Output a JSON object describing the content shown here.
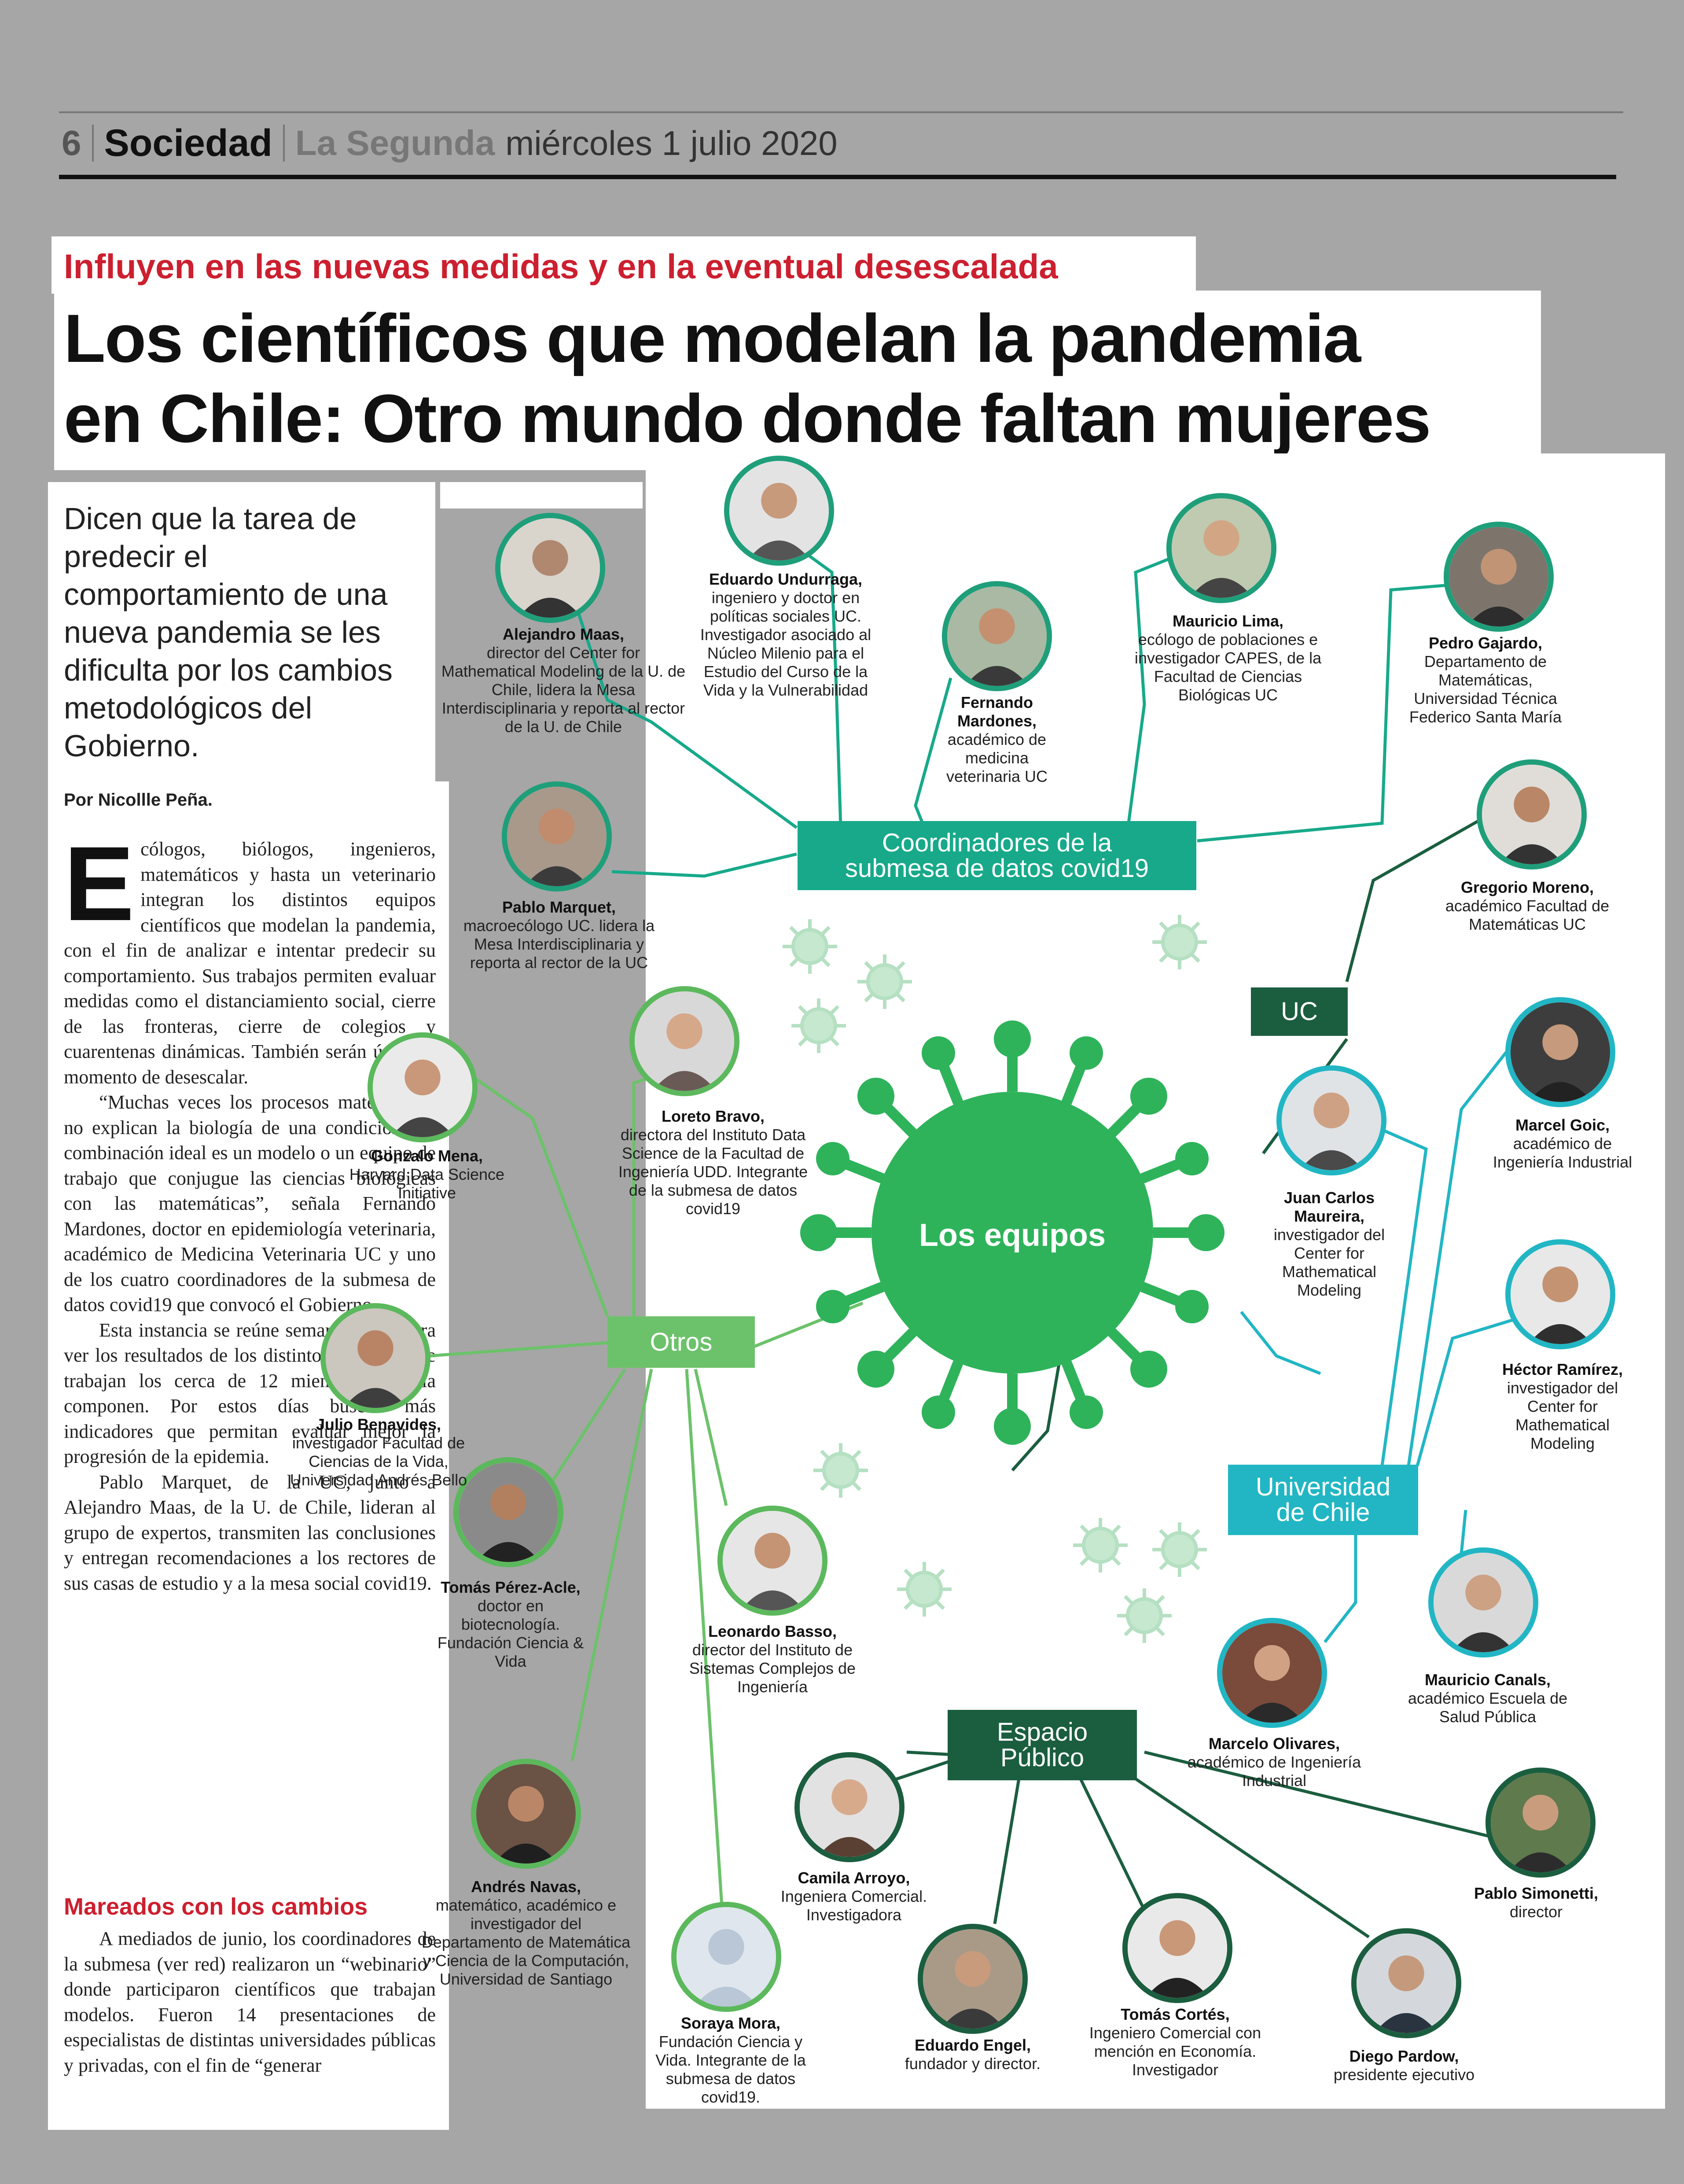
{
  "header": {
    "page_number": "6",
    "section": "Sociedad",
    "publication": "La Segunda",
    "date": "miércoles 1 julio 2020"
  },
  "kicker": "Influyen en las nuevas medidas y en la eventual desescalada",
  "headline": {
    "line1": "Los científicos que modelan la pandemia",
    "line2": "en Chile: Otro mundo donde faltan mujeres"
  },
  "deck": "Dicen que la tarea de predecir el comportamiento de una nueva pandemia se les dificulta por los cambios metodológicos del Gobierno.",
  "byline": "Por Nicollle Peña.",
  "body": {
    "drop_cap": "E",
    "paragraphs": [
      "cólogos, biólogos, ingenieros, matemáticos y hasta un veterinario integran los distintos equipos científicos que modelan la pandemia, con el fin de analizar e intentar predecir su comportamiento. Sus trabajos permiten evaluar medidas como el distanciamiento social, cierre de las fronteras, cierre de colegios y cuarentenas dinámicas. También serán útiles al momento de desescalar.",
      "“Muchas veces los procesos matemáticos no explican la biología de una condición. La combinación ideal es un modelo o un equipo de trabajo que conjugue las ciencias biológicas con las matemáticas”, señala Fernando Mardones, doctor en epidemiología veterinaria, académico de Medicina Veterinaria UC y uno de los cuatro coordinadores de la submesa de datos covid19 que convocó el Gobierno.",
      "Esta instancia se reúne semanalmente para ver los resultados de los distintos modelos que trabajan los cerca de 12 miembros que la componen. Por estos días buscan más indicadores que permitan evaluar mejor la progresión de la epidemia.",
      "Pablo Marquet, de la UC, junto a Alejandro Maas, de la U. de Chile, lideran al grupo de expertos, transmiten las conclusiones y entregan recomendaciones a los rectores de sus casas de estudio y a la mesa social covid19."
    ],
    "subhead": "Mareados con los cambios",
    "paragraphs2": [
      "A mediados de junio, los coordinadores de la submesa (ver red) realizaron un “webinario” donde participaron científicos que trabajan modelos. Fueron 14 presentaciones de especialistas de distintas universidades públicas y privadas, con el fin de “generar"
    ]
  },
  "graphic": {
    "center": "Los equipos",
    "groups": {
      "coord": "Coordinadores de la submesa de datos covid19",
      "uc": "UC",
      "uchile": "Universidad de Chile",
      "otros": "Otros",
      "espacio": "Espacio Público"
    },
    "people": [
      {
        "name": "Alejandro Maas,",
        "role": "director del Center for Mathematical Modeling de la U. de Chile, lidera la Mesa Interdisciplinaria y reporta al rector de la U. de Chile"
      },
      {
        "name": "Eduardo Undurraga,",
        "role": "ingeniero y doctor en políticas sociales UC. Investigador asociado al Núcleo Milenio para el Estudio del Curso de la Vida y la Vulnerabilidad"
      },
      {
        "name": "Fernando Mardones,",
        "role": "académico de medicina veterinaria UC"
      },
      {
        "name": "Mauricio Lima,",
        "role": "ecólogo de poblaciones e investigador CAPES, de la Facultad de Ciencias Biológicas UC"
      },
      {
        "name": "Pedro Gajardo,",
        "role": "Departamento de Matemáticas, Universidad Técnica Federico Santa María"
      },
      {
        "name": "Pablo Marquet,",
        "role": "macroecólogo UC. lidera la Mesa Interdisciplinaria y reporta al rector de la UC"
      },
      {
        "name": "Gregorio Moreno,",
        "role": "académico Facultad de Matemáticas UC"
      },
      {
        "name": "Loreto Bravo,",
        "role": "directora del Instituto Data Science de la Facultad de Ingeniería UDD. Integrante de la submesa de datos covid19"
      },
      {
        "name": "Gonzalo Mena,",
        "role": "Harvard Data Science Initiative"
      },
      {
        "name": "Marcel Goic,",
        "role": "académico de Ingeniería Industrial"
      },
      {
        "name": "Juan Carlos Maureira,",
        "role": "investigador del Center for Mathematical Modeling"
      },
      {
        "name": "Héctor Ramírez,",
        "role": "investigador del Center for Mathematical Modeling"
      },
      {
        "name": "Julio Benavides,",
        "role": "investigador Facultad de Ciencias de la Vida, Universidad Andrés Bello"
      },
      {
        "name": "Tomás Pérez-Acle,",
        "role": "doctor en biotecnología. Fundación Ciencia & Vida"
      },
      {
        "name": "Leonardo Basso,",
        "role": "director del Instituto de Sistemas Complejos de Ingeniería"
      },
      {
        "name": "Mauricio Canals,",
        "role": "académico Escuela de Salud Pública"
      },
      {
        "name": "Marcelo Olivares,",
        "role": "académico de Ingeniería Industrial"
      },
      {
        "name": "Pablo Simonetti,",
        "role": "director"
      },
      {
        "name": "Camila Arroyo,",
        "role": "Ingeniera Comercial. Investigadora"
      },
      {
        "name": "Andrés Navas,",
        "role": "matemático, académico e investigador del Departamento de Matemática y Ciencia de la Computación, Universidad de Santiago"
      },
      {
        "name": "Eduardo Engel,",
        "role": "fundador y director."
      },
      {
        "name": "Tomás Cortés,",
        "role": "Ingeniero Comercial con mención en Economía. Investigador"
      },
      {
        "name": "Diego Pardow,",
        "role": "presidente ejecutivo"
      },
      {
        "name": "Soraya Mora,",
        "role": "Fundación Ciencia y Vida. Integrante de la submesa de datos covid19."
      }
    ]
  },
  "colors": {
    "accent_red": "#cc1f2f",
    "teal": "#17a98a",
    "dark_green": "#1b5e3f",
    "green": "#5cb85c",
    "cyan": "#22b6c4",
    "virus": "#2eb35a"
  }
}
